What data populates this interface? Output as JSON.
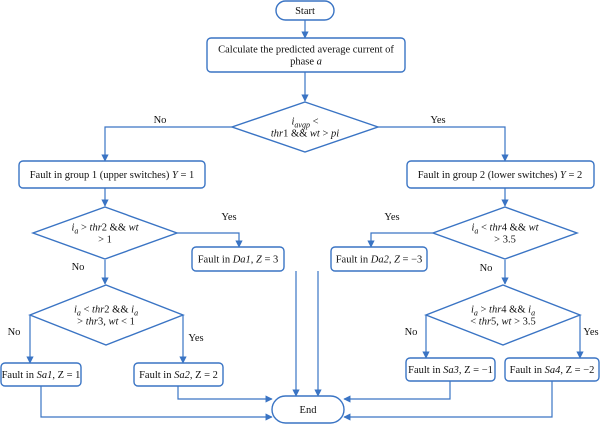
{
  "colors": {
    "stroke": "#3a74c4",
    "text": "#111111",
    "background": "#ffffff"
  },
  "nodes": {
    "start": {
      "lines": [
        [
          "Start"
        ]
      ]
    },
    "calc": {
      "lines": [
        [
          "Calculate the predicted average current of"
        ],
        [
          "phase ",
          {
            "t": "a",
            "i": true
          }
        ]
      ]
    },
    "d1": {
      "lines": [
        [
          {
            "t": "i",
            "i": true
          },
          {
            "t": "avgp",
            "i": true,
            "sub": true
          },
          " <"
        ],
        [
          {
            "t": "thr",
            "i": true
          },
          "1 && ",
          {
            "t": "wt",
            "i": true
          },
          " > ",
          {
            "t": "pi",
            "i": true
          }
        ]
      ]
    },
    "g1": {
      "lines": [
        [
          "Fault in group 1 (upper switches) ",
          {
            "t": "Y",
            "i": true
          },
          " = 1"
        ]
      ]
    },
    "g2": {
      "lines": [
        [
          "Fault in group 2 (lower switches) ",
          {
            "t": "Y",
            "i": true
          },
          " = 2"
        ]
      ]
    },
    "d2": {
      "lines": [
        [
          {
            "t": "i",
            "i": true
          },
          {
            "t": "a",
            "i": true,
            "sub": true
          },
          " > ",
          {
            "t": "thr",
            "i": true
          },
          "2 && ",
          {
            "t": "wt",
            "i": true
          }
        ],
        [
          "> 1"
        ]
      ]
    },
    "d4": {
      "lines": [
        [
          {
            "t": "i",
            "i": true
          },
          {
            "t": "a",
            "i": true,
            "sub": true
          },
          " < ",
          {
            "t": "thr",
            "i": true
          },
          "4 && ",
          {
            "t": "wt",
            "i": true
          }
        ],
        [
          "> 3.5"
        ]
      ]
    },
    "da1": {
      "lines": [
        [
          "Fault in ",
          {
            "t": "Da1",
            "i": true
          },
          ", ",
          {
            "t": "Z",
            "i": true
          },
          " = 3"
        ]
      ]
    },
    "da2": {
      "lines": [
        [
          "Fault in ",
          {
            "t": "Da2",
            "i": true
          },
          ", ",
          {
            "t": "Z",
            "i": true
          },
          " = −3"
        ]
      ]
    },
    "d3": {
      "lines": [
        [
          {
            "t": "i",
            "i": true
          },
          {
            "t": "a",
            "i": true,
            "sub": true
          },
          " < ",
          {
            "t": "thr",
            "i": true
          },
          "2 && ",
          {
            "t": "i",
            "i": true
          },
          {
            "t": "a",
            "i": true,
            "sub": true
          }
        ],
        [
          "> ",
          {
            "t": "thr",
            "i": true
          },
          "3, ",
          {
            "t": "wt",
            "i": true
          },
          " < 1"
        ]
      ]
    },
    "d5": {
      "lines": [
        [
          {
            "t": "i",
            "i": true
          },
          {
            "t": "a",
            "i": true,
            "sub": true
          },
          " > ",
          {
            "t": "thr",
            "i": true
          },
          "4 && ",
          {
            "t": "i",
            "i": true
          },
          {
            "t": "a",
            "i": true,
            "sub": true
          }
        ],
        [
          "< ",
          {
            "t": "thr",
            "i": true
          },
          "5, ",
          {
            "t": "wt",
            "i": true
          },
          " > 3.5"
        ]
      ]
    },
    "sa1": {
      "lines": [
        [
          "Fault in ",
          {
            "t": "Sa1",
            "i": true
          },
          ", Z = 1"
        ]
      ]
    },
    "sa2": {
      "lines": [
        [
          "Fault in ",
          {
            "t": "Sa2",
            "i": true
          },
          ", Z = 2"
        ]
      ]
    },
    "sa3": {
      "lines": [
        [
          "Fault in ",
          {
            "t": "Sa3",
            "i": true
          },
          ", Z = −1"
        ]
      ]
    },
    "sa4": {
      "lines": [
        [
          "Fault in ",
          {
            "t": "Sa4",
            "i": true
          },
          ", Z = −2"
        ]
      ]
    },
    "end": {
      "lines": [
        [
          "End"
        ]
      ]
    }
  },
  "edge_labels": {
    "d1_no": "No",
    "d1_yes": "Yes",
    "d2_yes": "Yes",
    "d2_no": "No",
    "d4_yes": "Yes",
    "d4_no": "No",
    "d3_no": "No",
    "d3_yes": "Yes",
    "d5_no": "No",
    "d5_yes": "Yes"
  }
}
